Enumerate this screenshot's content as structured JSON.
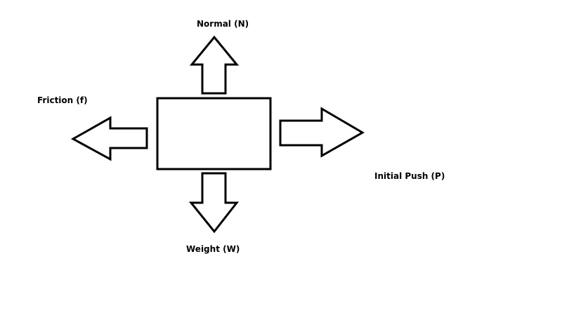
{
  "diagram": {
    "stroke_color": "#000000",
    "background_color": "#ffffff",
    "box": {
      "name": "object"
    },
    "forces": {
      "normal": {
        "label": "Normal (N)",
        "direction": "up"
      },
      "friction": {
        "label": "Friction (f)",
        "direction": "left"
      },
      "push": {
        "label": "Initial Push (P)",
        "direction": "right"
      },
      "weight": {
        "label": "Weight (W)",
        "direction": "down"
      }
    }
  }
}
